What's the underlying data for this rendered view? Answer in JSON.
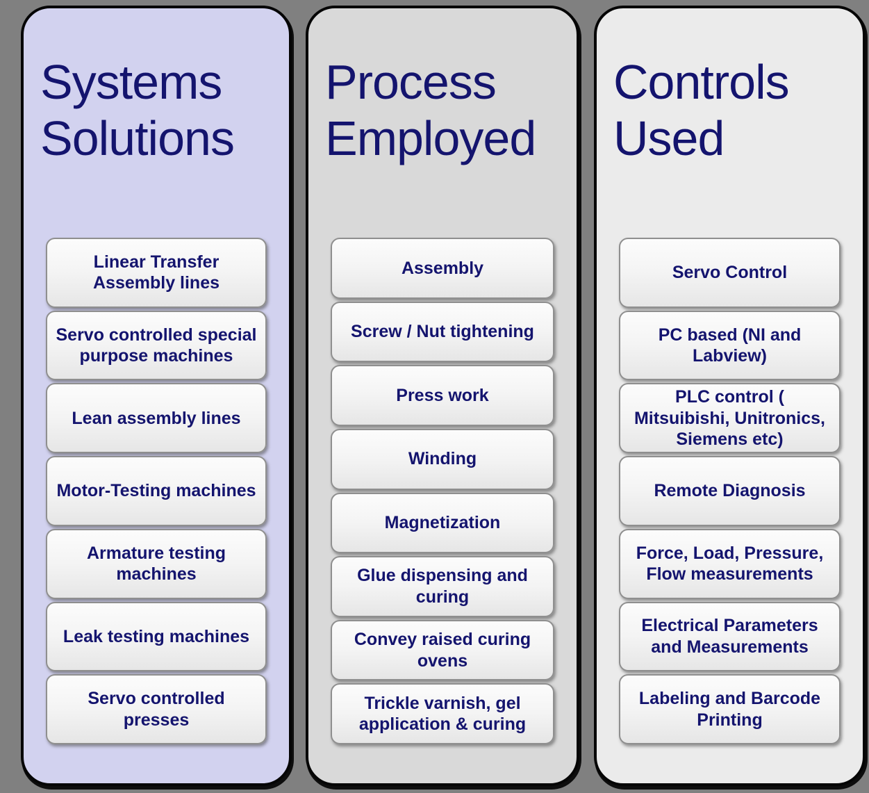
{
  "page": {
    "background_color": "#808080",
    "text_color": "#14146e",
    "box_border_color": "#8f8f8f"
  },
  "columns": [
    {
      "id": "systems-solutions",
      "title": "Systems Solutions",
      "panel_color": "#d2d2ef",
      "items": [
        "Linear Transfer Assembly lines",
        "Servo controlled special purpose machines",
        "Lean assembly lines",
        "Motor-Testing machines",
        "Armature testing machines",
        "Leak testing machines",
        "Servo controlled presses"
      ]
    },
    {
      "id": "process-employed",
      "title": "Process Employed",
      "panel_color": "#d9d9d9",
      "items": [
        "Assembly",
        "Screw / Nut tightening",
        "Press work",
        "Winding",
        "Magnetization",
        "Glue dispensing and curing",
        "Convey raised curing ovens",
        "Trickle varnish, gel application & curing"
      ]
    },
    {
      "id": "controls-used",
      "title": "Controls Used",
      "panel_color": "#ebebeb",
      "items": [
        "Servo Control",
        "PC based (NI and Labview)",
        "PLC control ( Mitsuibishi, Unitronics, Siemens etc)",
        "Remote Diagnosis",
        "Force, Load, Pressure, Flow measurements",
        "Electrical Parameters and Measurements",
        "Labeling and Barcode Printing"
      ]
    }
  ]
}
